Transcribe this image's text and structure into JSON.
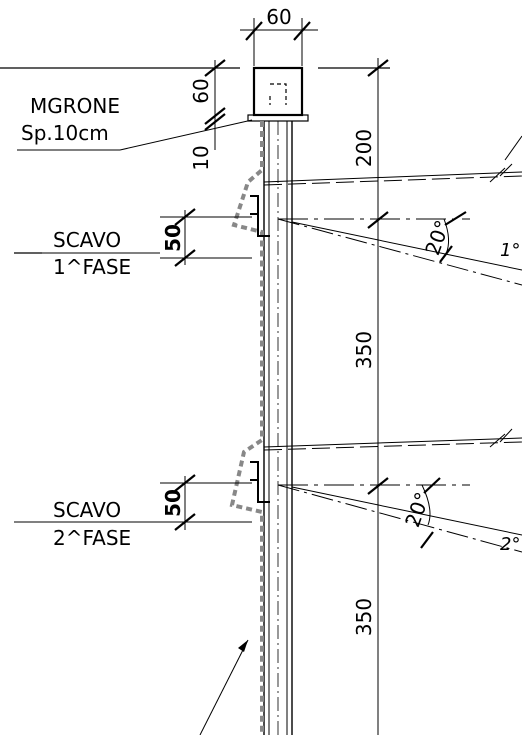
{
  "labels": {
    "cap_width": "60",
    "cap_height": "60",
    "magrone_title": "MGRONE",
    "magrone_thickness": "Sp.10cm",
    "lean_layer": "10",
    "top_segment": "200",
    "scavo1_line1": "SCAVO",
    "scavo1_line2": "1^FASE",
    "scavo1_depth": "50",
    "angle1": "20°",
    "anchor_tag1": "1°",
    "middle_segment": "350",
    "scavo2_line1": "SCAVO",
    "scavo2_line2": "2^FASE",
    "scavo2_depth": "50",
    "angle2": "20°",
    "anchor_tag2": "2°",
    "bottom_segment": "350"
  },
  "colors": {
    "line": "#000000",
    "dashed_excavation": "#888888"
  }
}
